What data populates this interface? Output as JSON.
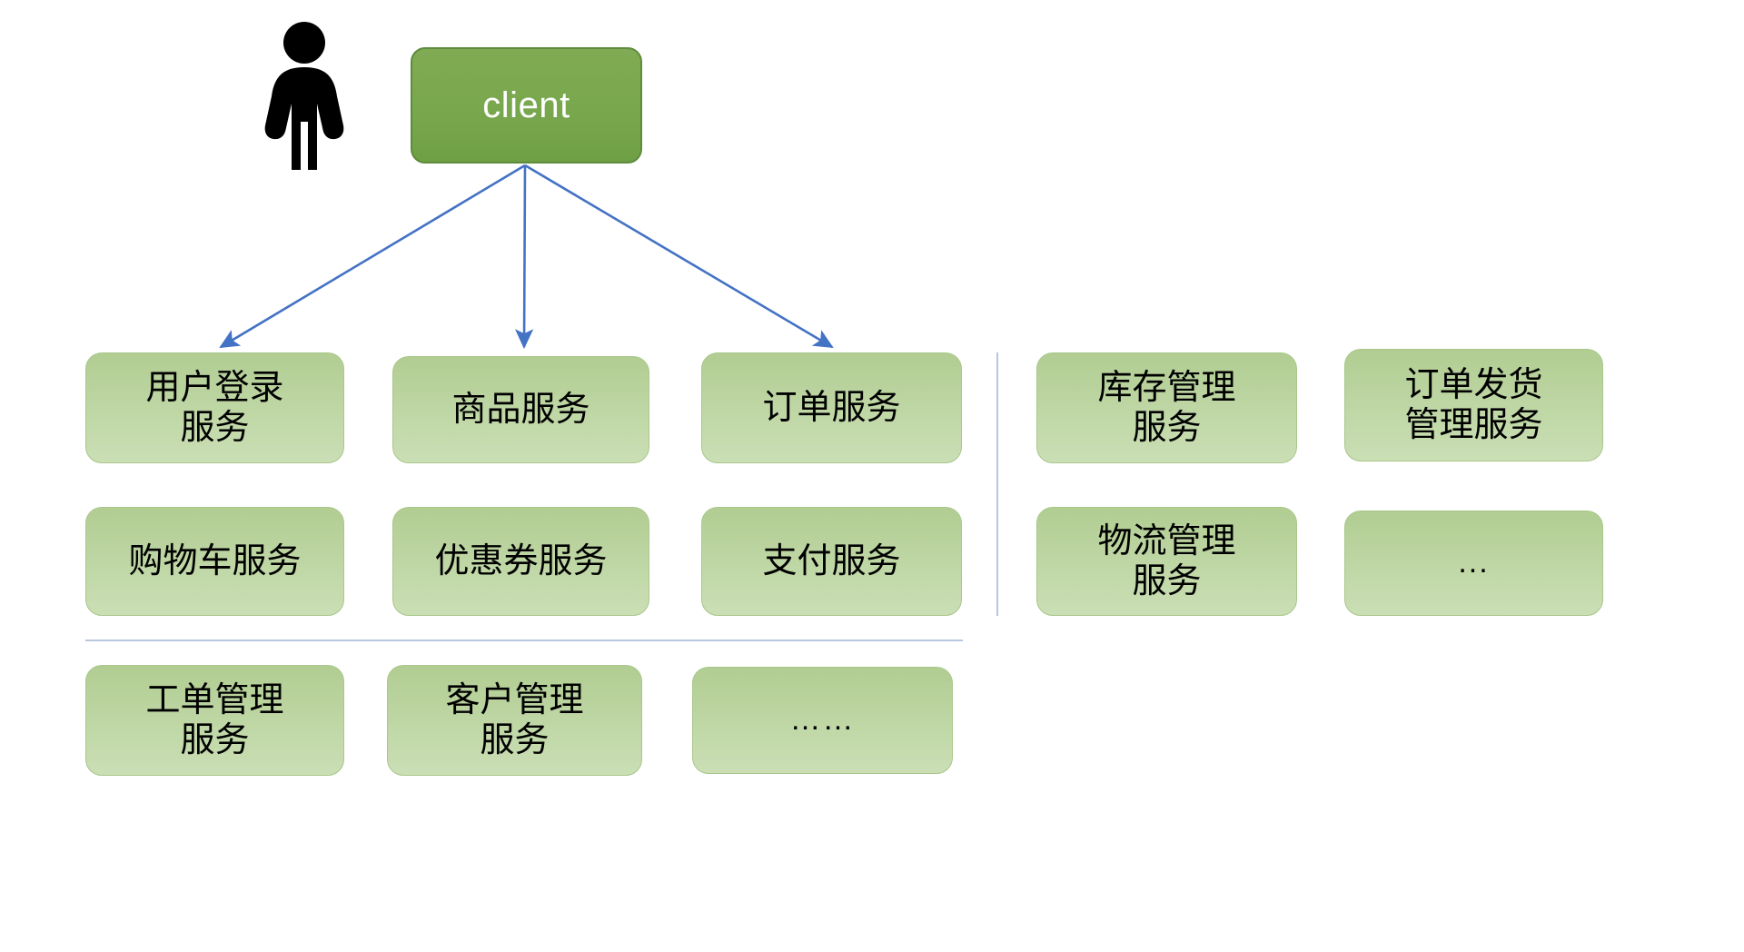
{
  "diagram": {
    "title": "client to microservices architecture",
    "actor": {
      "icon": "user-person-icon",
      "label": ""
    },
    "client": {
      "label": "client",
      "color": "#79a74d",
      "text_color": "#ffffff"
    },
    "arrow_color": "#4472c4",
    "service_color": "#bdd5a2",
    "divider_color": "#b8c6de",
    "left_group": {
      "rows": [
        [
          {
            "label": "用户登录\n服务",
            "name": "user-login-service"
          },
          {
            "label": "商品服务",
            "name": "product-service"
          },
          {
            "label": "订单服务",
            "name": "order-service"
          }
        ],
        [
          {
            "label": "购物车服务",
            "name": "shopping-cart-service"
          },
          {
            "label": "优惠券服务",
            "name": "coupon-service"
          },
          {
            "label": "支付服务",
            "name": "payment-service"
          }
        ],
        [
          {
            "label": "工单管理\n服务",
            "name": "ticket-management-service"
          },
          {
            "label": "客户管理\n服务",
            "name": "customer-management-service"
          },
          {
            "label": "……",
            "name": "more-services-ellipsis"
          }
        ]
      ]
    },
    "right_group": {
      "rows": [
        [
          {
            "label": "库存管理\n服务",
            "name": "inventory-management-service"
          },
          {
            "label": "订单发货\n管理服务",
            "name": "order-shipping-management-service"
          }
        ],
        [
          {
            "label": "物流管理\n服务",
            "name": "logistics-management-service"
          },
          {
            "label": "...",
            "name": "more-services-ellipsis-right"
          }
        ]
      ]
    },
    "arrows": [
      {
        "from": "client",
        "to": "user-login-service"
      },
      {
        "from": "client",
        "to": "product-service"
      },
      {
        "from": "client",
        "to": "order-service"
      }
    ]
  }
}
